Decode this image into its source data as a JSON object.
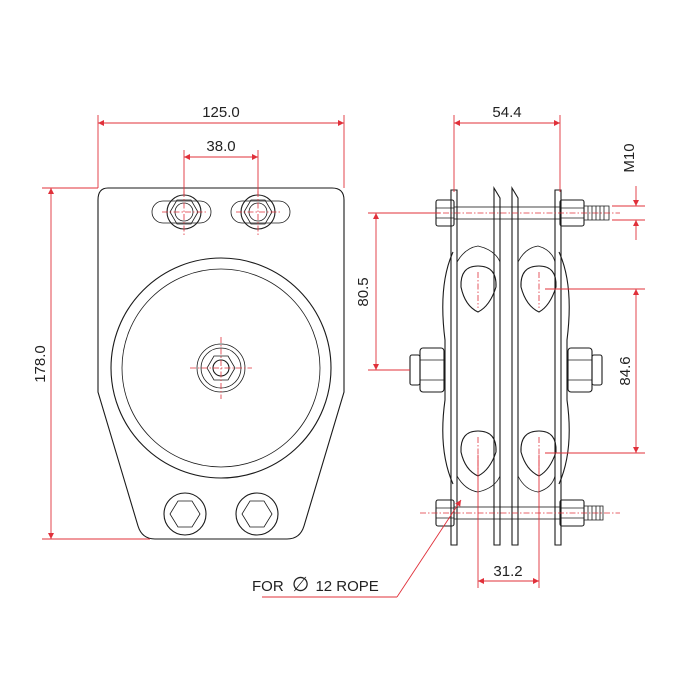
{
  "colors": {
    "line": "#1a1a1a",
    "dimension": "#e0303a",
    "background": "#ffffff"
  },
  "dimensions": {
    "overall_width": "125.0",
    "bolt_spacing_top": "38.0",
    "overall_height": "178.0",
    "side_width": "54.4",
    "thread": "M10",
    "upper_offset": "80.5",
    "sheave_centers": "84.6",
    "groove_spacing": "31.2"
  },
  "note": {
    "prefix": "FOR",
    "symbol": "∅",
    "suffix": "12 ROPE"
  }
}
